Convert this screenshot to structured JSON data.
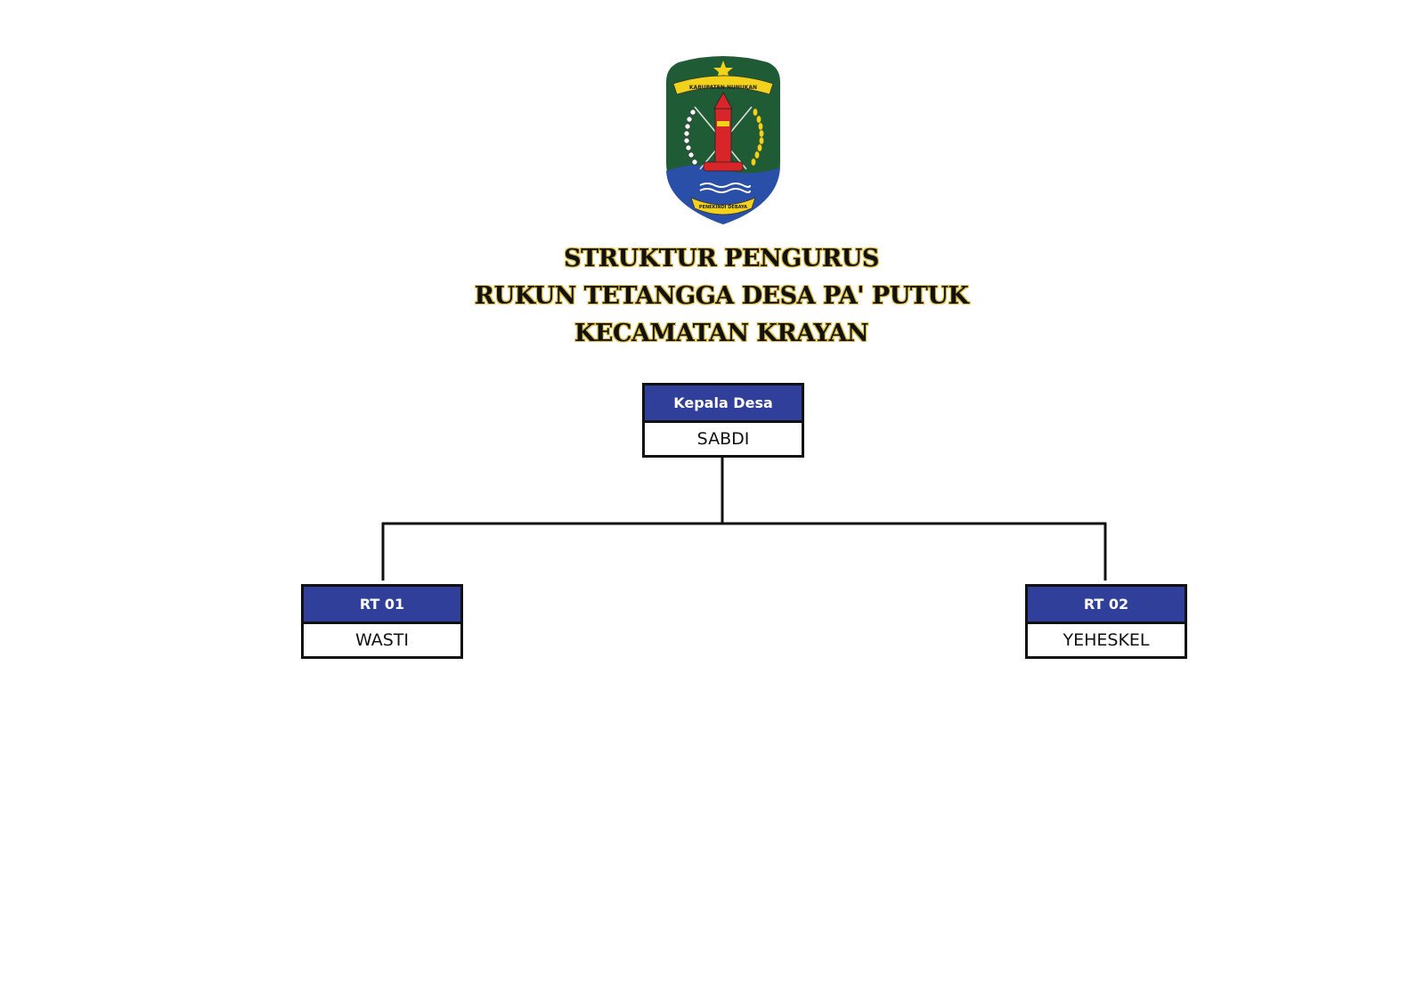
{
  "logo": {
    "banner_top": "KABUPATEN NUNUKAN",
    "banner_bottom": "PENEKINDI DEBAYA",
    "colors": {
      "shield_green": "#1f5c36",
      "shield_blue": "#2a4fa8",
      "gold": "#f2d21b",
      "red": "#d8252a"
    }
  },
  "title": {
    "line1": "STRUKTUR PENGURUS",
    "line2": "RUKUN TETANGGA DESA PA' PUTUK",
    "line3": "KECAMATAN KRAYAN"
  },
  "org": {
    "head": {
      "role": "Kepala Desa",
      "name": "SABDI"
    },
    "children": [
      {
        "role": "RT 01",
        "name": "WASTI"
      },
      {
        "role": "RT 02",
        "name": "YEHESKEL"
      }
    ]
  },
  "colors": {
    "box_header": "#2f3f9a",
    "border": "#111111"
  }
}
